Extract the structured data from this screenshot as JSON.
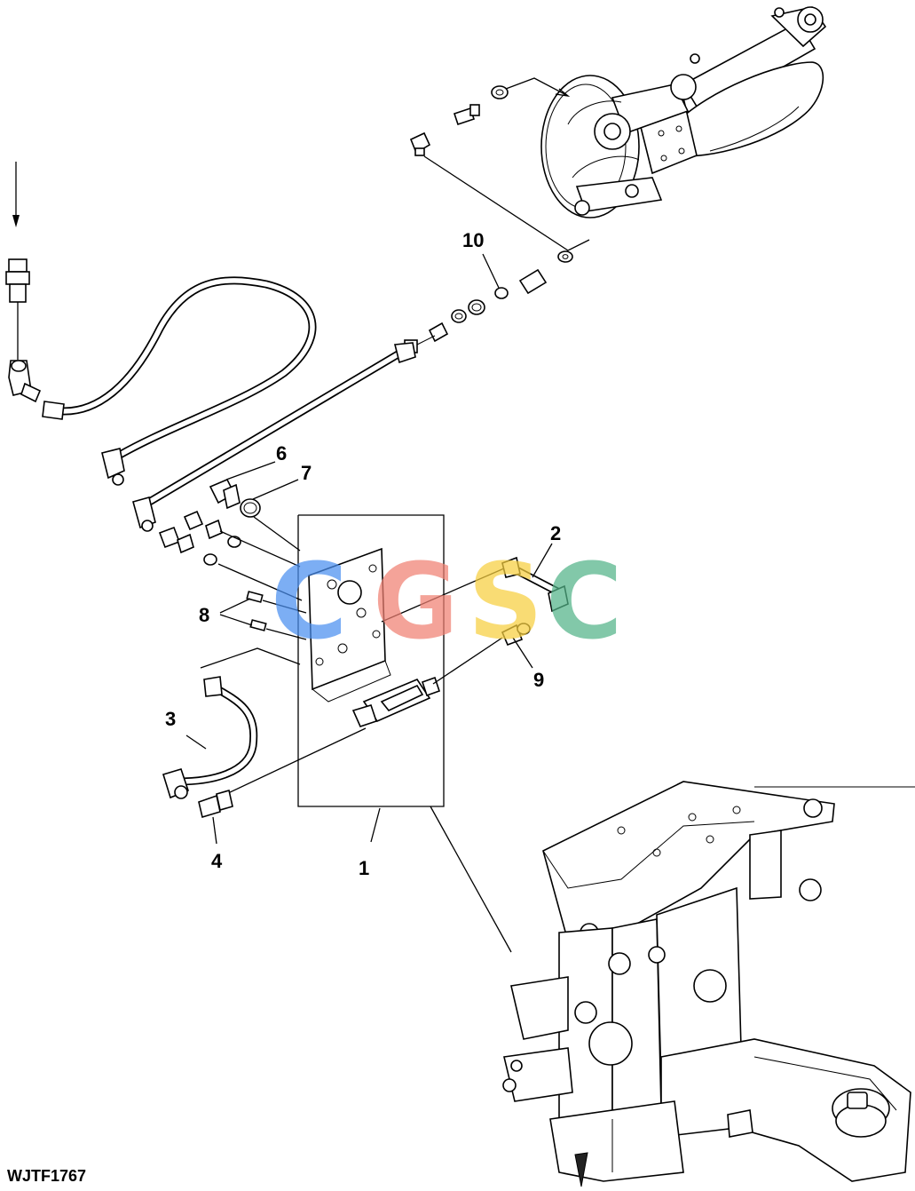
{
  "figure": {
    "id_label": "WJTF1767"
  },
  "callouts": [
    {
      "number": "1"
    },
    {
      "number": "2"
    },
    {
      "number": "3"
    },
    {
      "number": "4"
    },
    {
      "number": "6"
    },
    {
      "number": "7"
    },
    {
      "number": "8"
    },
    {
      "number": "9"
    },
    {
      "number": "10"
    }
  ],
  "watermark": {
    "letters": [
      "C",
      "G",
      "S",
      "C"
    ],
    "colors": [
      "#4a8ff0",
      "#f08072",
      "#f7cf3f",
      "#53b488"
    ]
  },
  "colors": {
    "line": "#000000",
    "background": "#ffffff"
  }
}
